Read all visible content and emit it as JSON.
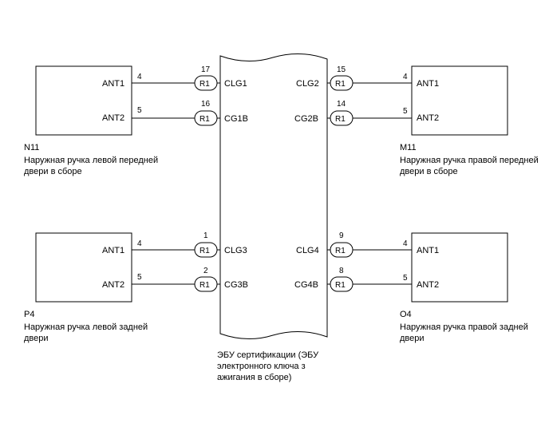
{
  "ecu": {
    "caption": [
      "ЭБУ сертификации (ЭБУ",
      "электронного ключа з",
      "ажигания в сборе)"
    ]
  },
  "resistor_label": "R1",
  "left_blocks": [
    {
      "code": "N11",
      "caption": [
        "Наружная ручка левой передней",
        "двери в сборе"
      ],
      "pins": [
        {
          "name": "ANT1",
          "pin": "4",
          "ecu_pin": "17",
          "ecu_terminal": "CLG1"
        },
        {
          "name": "ANT2",
          "pin": "5",
          "ecu_pin": "16",
          "ecu_terminal": "CG1B"
        }
      ]
    },
    {
      "code": "P4",
      "caption": [
        "Наружная ручка левой задней",
        "двери"
      ],
      "pins": [
        {
          "name": "ANT1",
          "pin": "4",
          "ecu_pin": "1",
          "ecu_terminal": "CLG3"
        },
        {
          "name": "ANT2",
          "pin": "5",
          "ecu_pin": "2",
          "ecu_terminal": "CG3B"
        }
      ]
    }
  ],
  "right_blocks": [
    {
      "code": "M11",
      "caption": [
        "Наружная ручка правой передней",
        "двери в сборе"
      ],
      "pins": [
        {
          "name": "ANT1",
          "pin": "4",
          "ecu_pin": "15",
          "ecu_terminal": "CLG2"
        },
        {
          "name": "ANT2",
          "pin": "5",
          "ecu_pin": "14",
          "ecu_terminal": "CG2B"
        }
      ]
    },
    {
      "code": "O4",
      "caption": [
        "Наружная ручка правой задней",
        "двери"
      ],
      "pins": [
        {
          "name": "ANT1",
          "pin": "4",
          "ecu_pin": "9",
          "ecu_terminal": "CLG4"
        },
        {
          "name": "ANT2",
          "pin": "5",
          "ecu_pin": "8",
          "ecu_terminal": "CG4B"
        }
      ]
    }
  ]
}
